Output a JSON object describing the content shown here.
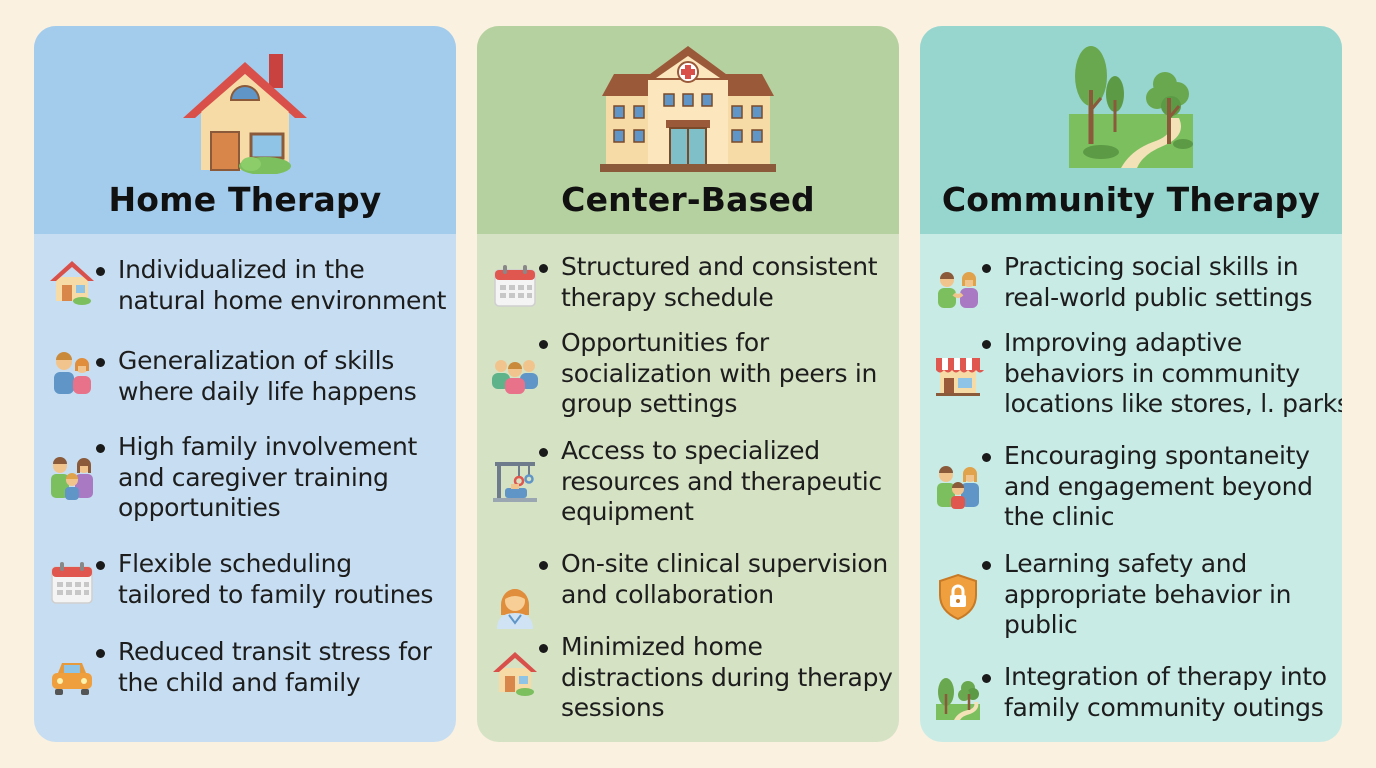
{
  "colors": {
    "background": "#fbf1e0",
    "home_panel": "#c7def2",
    "home_header": "#a3ccec",
    "center_panel": "#d5e2c4",
    "center_header": "#b6d1a0",
    "community_panel": "#c9ebe5",
    "community_header": "#97d6cf"
  },
  "panels": [
    {
      "title": "Home Therapy",
      "header_icon": "house-icon",
      "items": [
        {
          "icon": "small-house-icon",
          "lines": [
            "Individualized in the",
            "natural home environment"
          ]
        },
        {
          "icon": "parents-icon",
          "lines": [
            "Generalization of skills",
            "where daily life happens"
          ]
        },
        {
          "icon": "family-icon",
          "lines": [
            "High family involvement",
            "and caregiver training",
            "opportunities"
          ]
        },
        {
          "icon": "calendar-icon",
          "lines": [
            "Flexible scheduling",
            "tailored to family routines"
          ]
        },
        {
          "icon": "car-icon",
          "lines": [
            "Reduced transit stress for",
            "the child and family"
          ]
        }
      ]
    },
    {
      "title": "Center-Based",
      "header_icon": "clinic-building-icon",
      "items": [
        {
          "icon": "calendar-icon",
          "lines": [
            "Structured and consistent",
            "therapy schedule"
          ]
        },
        {
          "icon": "group-icon",
          "lines": [
            "Opportunities for",
            "socialization with peers in",
            "group settings"
          ]
        },
        {
          "icon": "therapy-equipment-icon",
          "lines": [
            "Access to specialized",
            "resources and therapeutic",
            "equipment"
          ]
        },
        {
          "icon": "clinician-icon",
          "lines": [
            "On-site clinical supervision",
            "and collaboration"
          ]
        },
        {
          "icon": "small-house-icon",
          "lines": [
            "Minimized home",
            "distractions during therapy",
            "sessions"
          ]
        }
      ]
    },
    {
      "title": "Community Therapy",
      "header_icon": "park-path-icon",
      "items": [
        {
          "icon": "two-people-icon",
          "lines": [
            "Practicing social skills in",
            "real-world public settings"
          ]
        },
        {
          "icon": "store-icon",
          "lines": [
            "Improving adaptive",
            "behaviors in community",
            "locations like stores, l. parks"
          ]
        },
        {
          "icon": "family-icon",
          "lines": [
            "Encouraging spontaneity",
            "and engagement beyond",
            "the clinic"
          ]
        },
        {
          "icon": "safety-shield-icon",
          "lines": [
            "Learning safety and",
            "appropriate behavior in",
            "public"
          ]
        },
        {
          "icon": "trees-icon",
          "lines": [
            "Integration of therapy into",
            "family community outings"
          ]
        }
      ]
    }
  ]
}
